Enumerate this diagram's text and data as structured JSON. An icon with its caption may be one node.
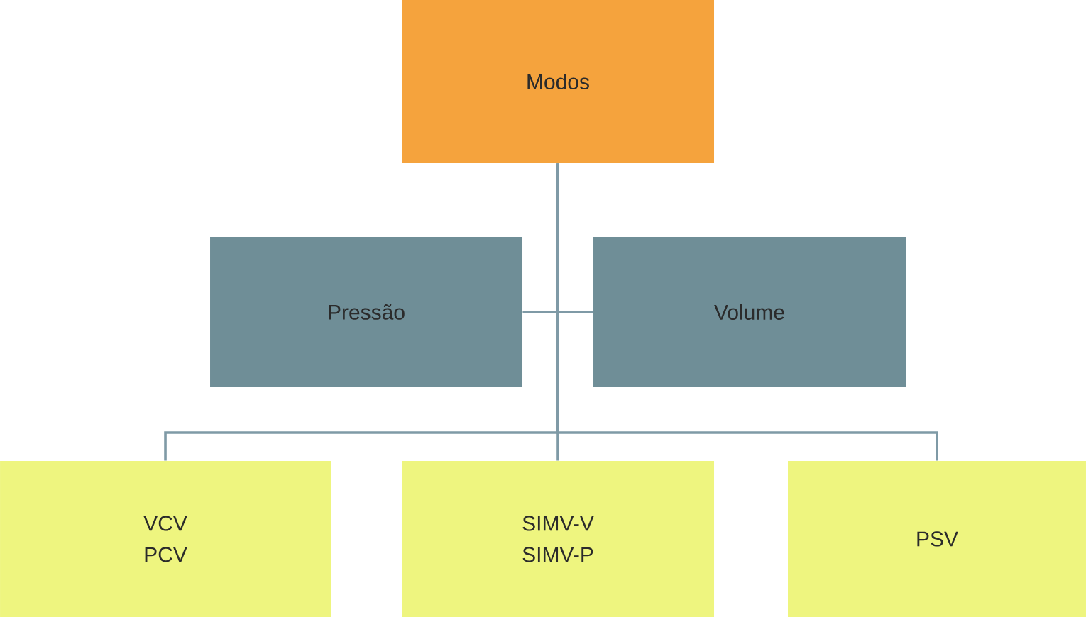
{
  "diagram": {
    "nodes": [
      {
        "text": [
          "Modos"
        ]
      },
      {
        "text": [
          "Pressão"
        ]
      },
      {
        "text": [
          "Volume"
        ]
      },
      {
        "text": [
          "VCV PCV"
        ]
      },
      {
        "text": [
          "SIMV-V SIMV-P"
        ]
      },
      {
        "text": [
          "PSV"
        ]
      }
    ],
    "edges": [
      {
        "from": 0,
        "to": 1,
        "arrow": "none"
      },
      {
        "from": 0,
        "to": 2,
        "arrow": "none"
      },
      {
        "from": 0,
        "to": 3,
        "arrow": "none"
      },
      {
        "from": 0,
        "to": 4,
        "arrow": "none"
      },
      {
        "from": 0,
        "to": 5,
        "arrow": "none"
      }
    ]
  }
}
